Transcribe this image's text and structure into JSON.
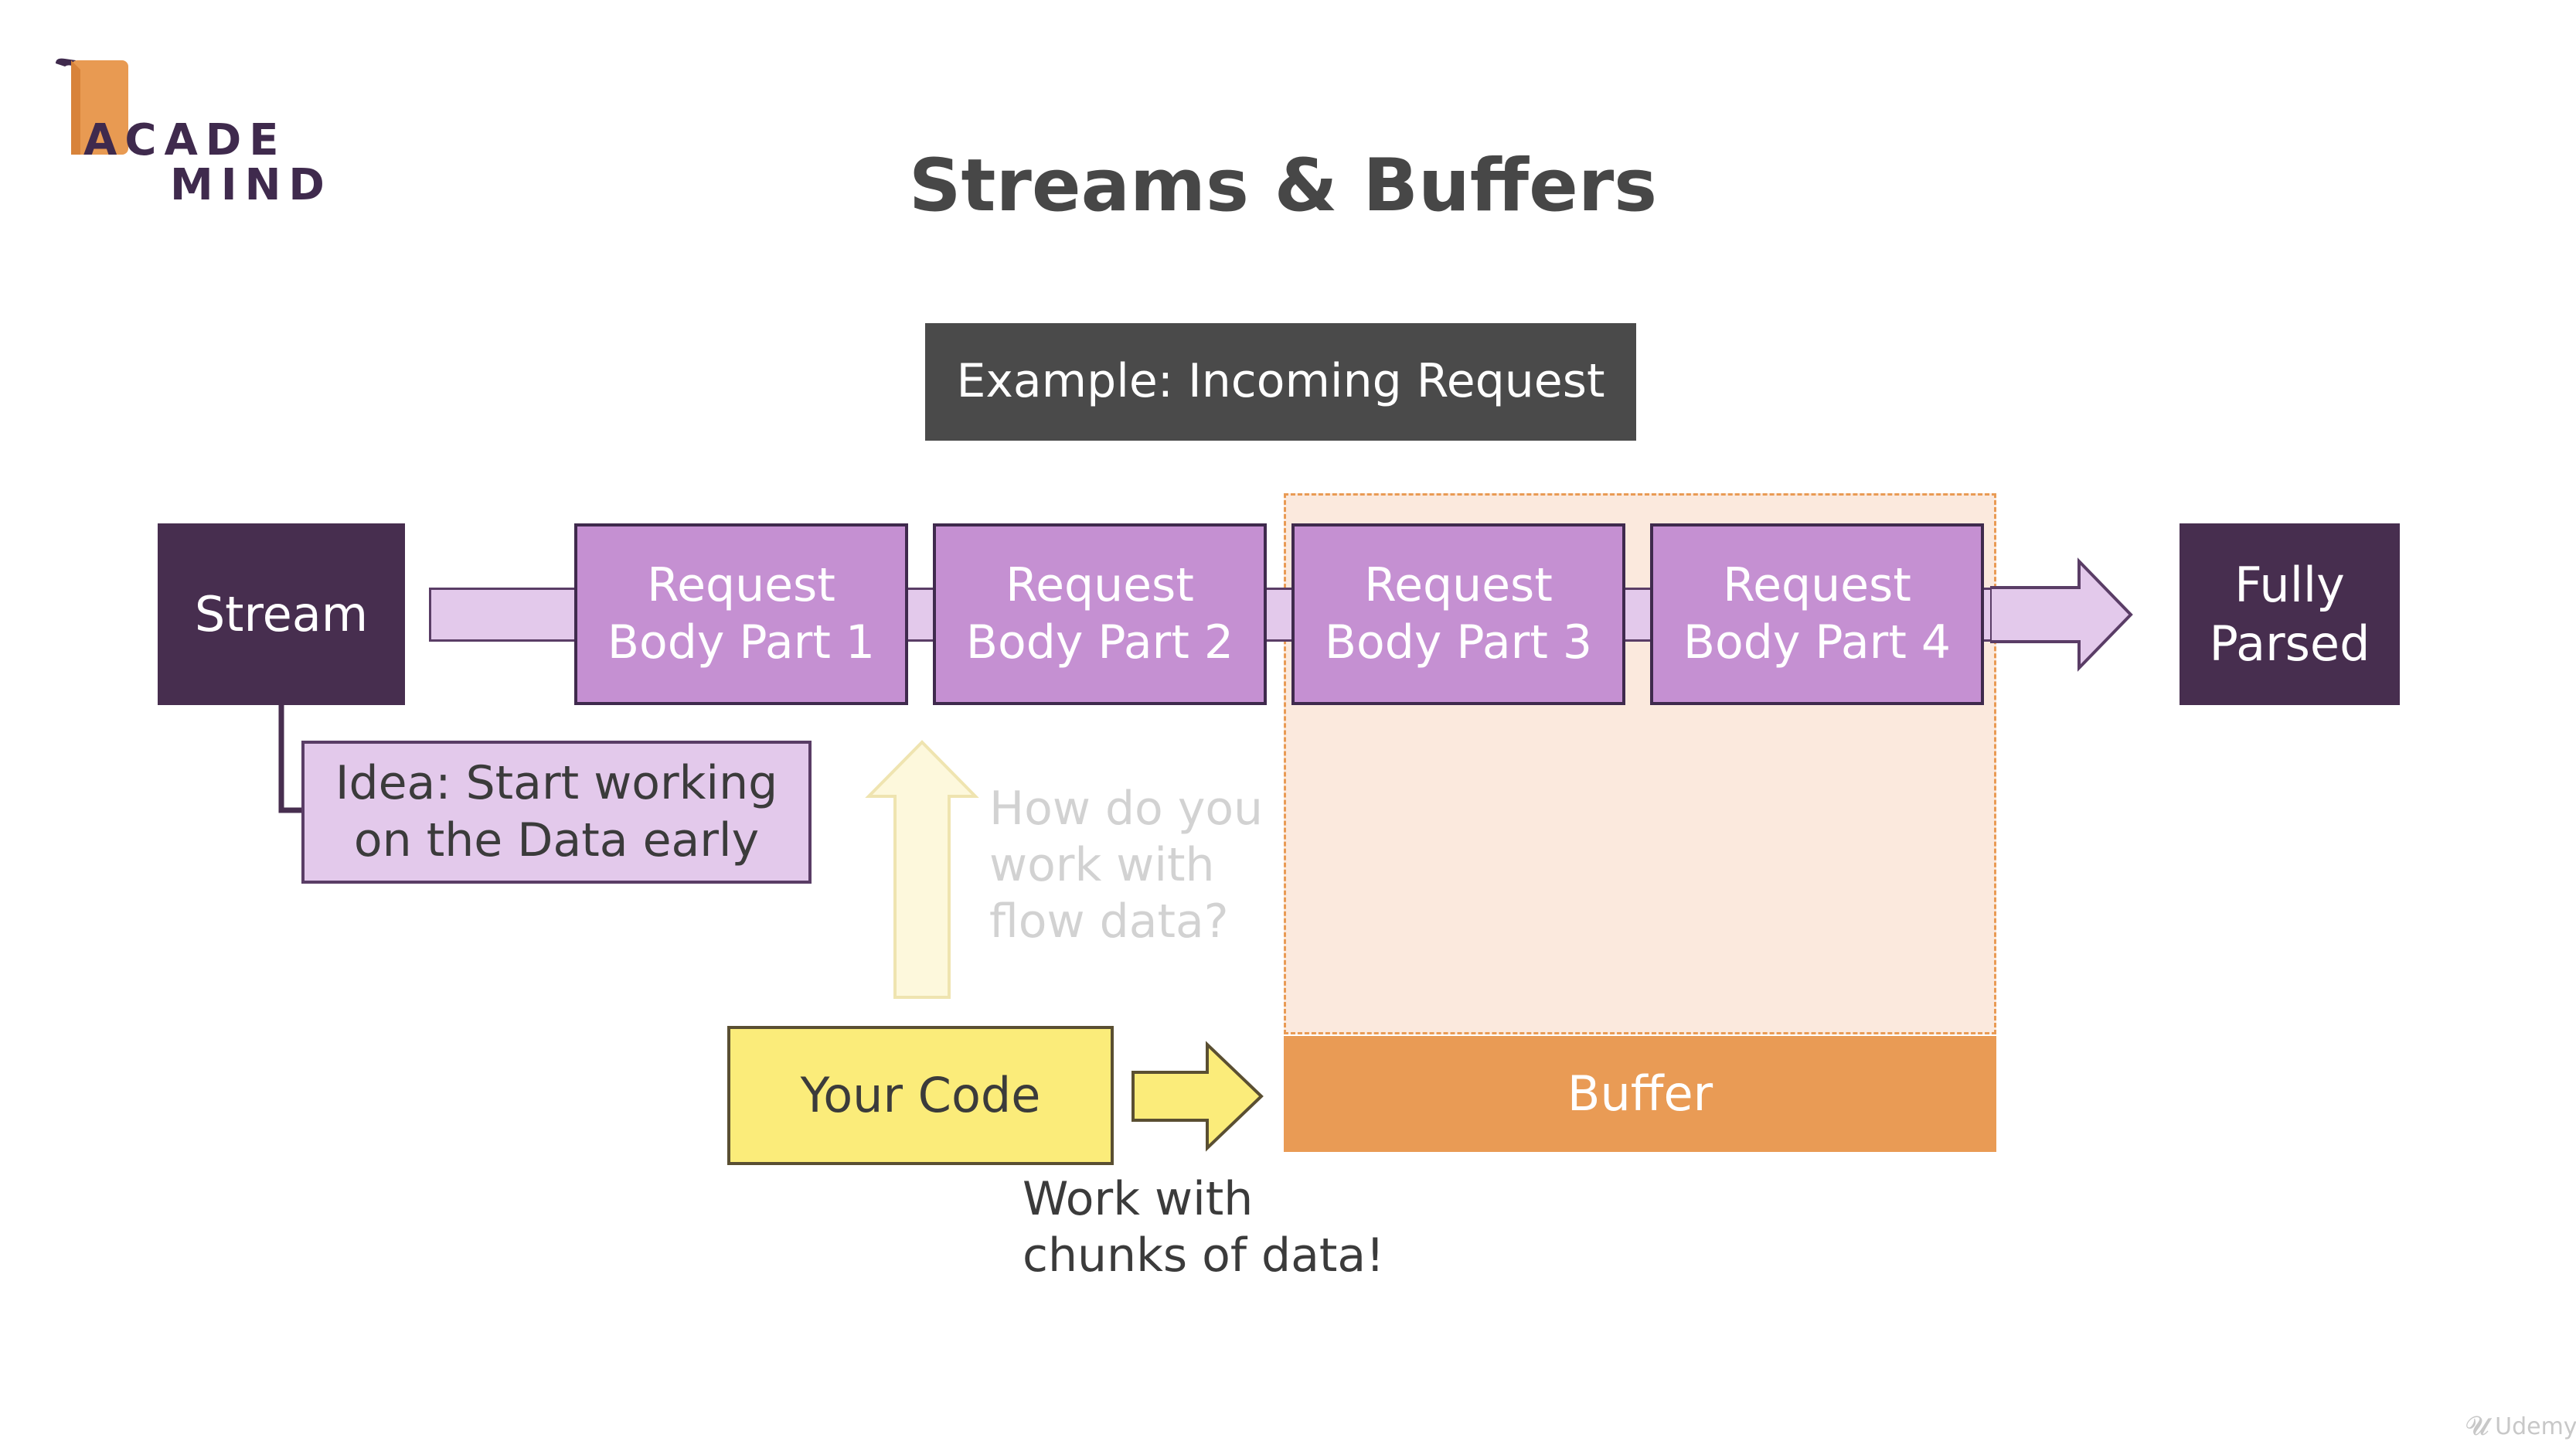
{
  "logo": {
    "line1": "ACADE",
    "line2": "MIND"
  },
  "title": "Streams & Buffers",
  "example_banner": "Example: Incoming Request",
  "stream": {
    "label": "Stream"
  },
  "parts": [
    {
      "line1": "Request",
      "line2": "Body Part 1"
    },
    {
      "line1": "Request",
      "line2": "Body Part 2"
    },
    {
      "line1": "Request",
      "line2": "Body Part 3"
    },
    {
      "line1": "Request",
      "line2": "Body Part 4"
    }
  ],
  "fully_parsed": {
    "line1": "Fully",
    "line2": "Parsed"
  },
  "idea": {
    "line1": "Idea: Start working",
    "line2": "on the Data early"
  },
  "question": {
    "line1": "How do you",
    "line2": "work with",
    "line3": "flow data?"
  },
  "your_code": "Your Code",
  "buffer": "Buffer",
  "chunks_note": {
    "line1": "Work with",
    "line2": "chunks of data!"
  },
  "watermark": "Udemy",
  "colors": {
    "dark_purple": "#472e4f",
    "part_purple": "#c590d2",
    "light_purple": "#e3c9eb",
    "yellow": "#fbec7a",
    "buffer_orange": "#e99b55",
    "buffer_region": "#fbe9dd",
    "banner_gray": "#4a4a4a"
  }
}
